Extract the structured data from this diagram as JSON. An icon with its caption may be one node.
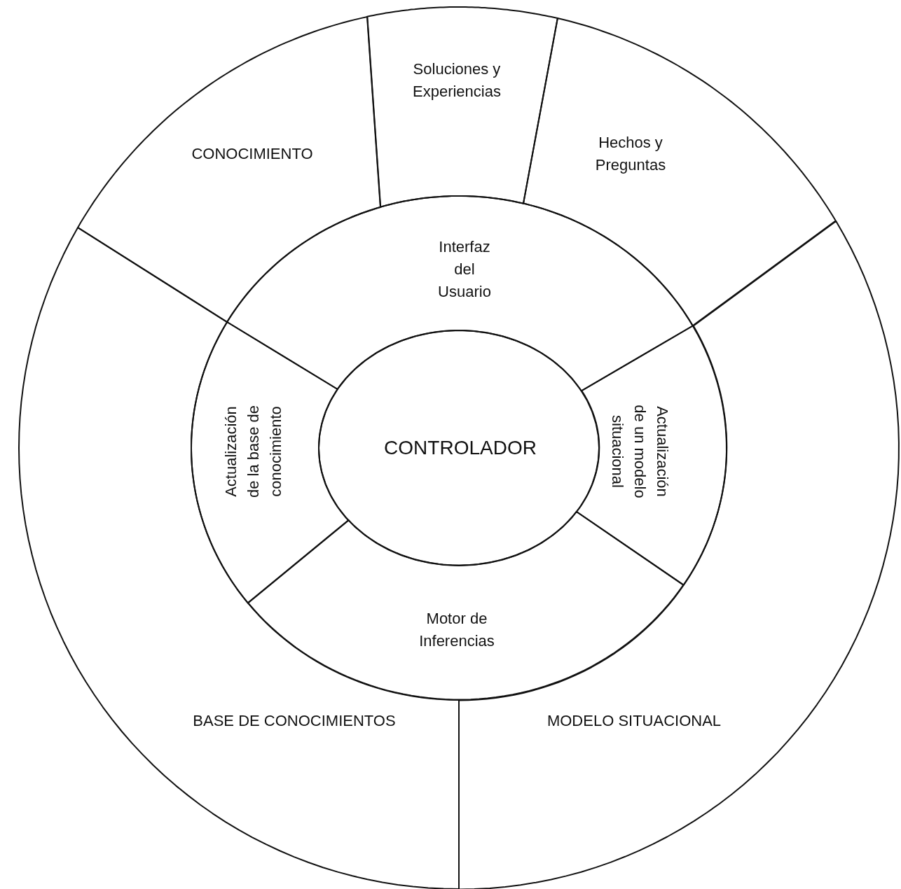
{
  "diagram": {
    "nodes": [
      {
        "text": [
          "CONOCIMIENTO"
        ]
      },
      {
        "text": [
          "Soluciones y Experiencias"
        ]
      },
      {
        "text": [
          "Hechos y Preguntas"
        ]
      },
      {
        "text": [
          "BASE DE CONOCIMIENTOS"
        ]
      },
      {
        "text": [
          "MODELO SITUACIONAL"
        ]
      },
      {
        "text": [
          "Interfaz del Usuario"
        ]
      },
      {
        "text": [
          "Actualización de la base de conocimiento"
        ]
      },
      {
        "text": [
          "Actualización de un modelo situacional"
        ]
      },
      {
        "text": [
          "Motor de Inferencias"
        ]
      },
      {
        "text": [
          "CONTROLADOR"
        ]
      }
    ],
    "edges": []
  }
}
